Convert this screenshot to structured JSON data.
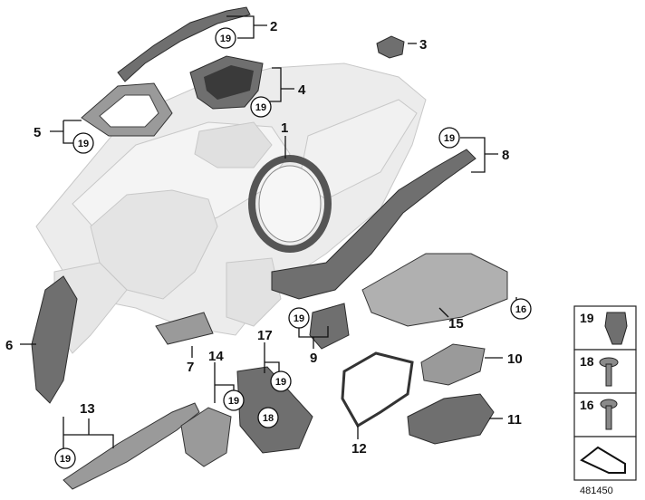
{
  "callouts": {
    "c1": "1",
    "c2": "2",
    "c3": "3",
    "c4": "4",
    "c5": "5",
    "c6": "6",
    "c7": "7",
    "c8": "8",
    "c9": "9",
    "c10": "10",
    "c11": "11",
    "c12": "12",
    "c13": "13",
    "c14": "14",
    "c15": "15",
    "c16": "16",
    "c17": "17"
  },
  "circled": {
    "n2": "19",
    "n4": "19",
    "n5": "19",
    "n8": "19",
    "n9": "19",
    "n13": "19",
    "n14": "19",
    "n17": "19",
    "n18": "18",
    "n16": "16"
  },
  "legend": {
    "item1": "19",
    "item2": "18",
    "item3": "16"
  },
  "reference_number": "481450"
}
